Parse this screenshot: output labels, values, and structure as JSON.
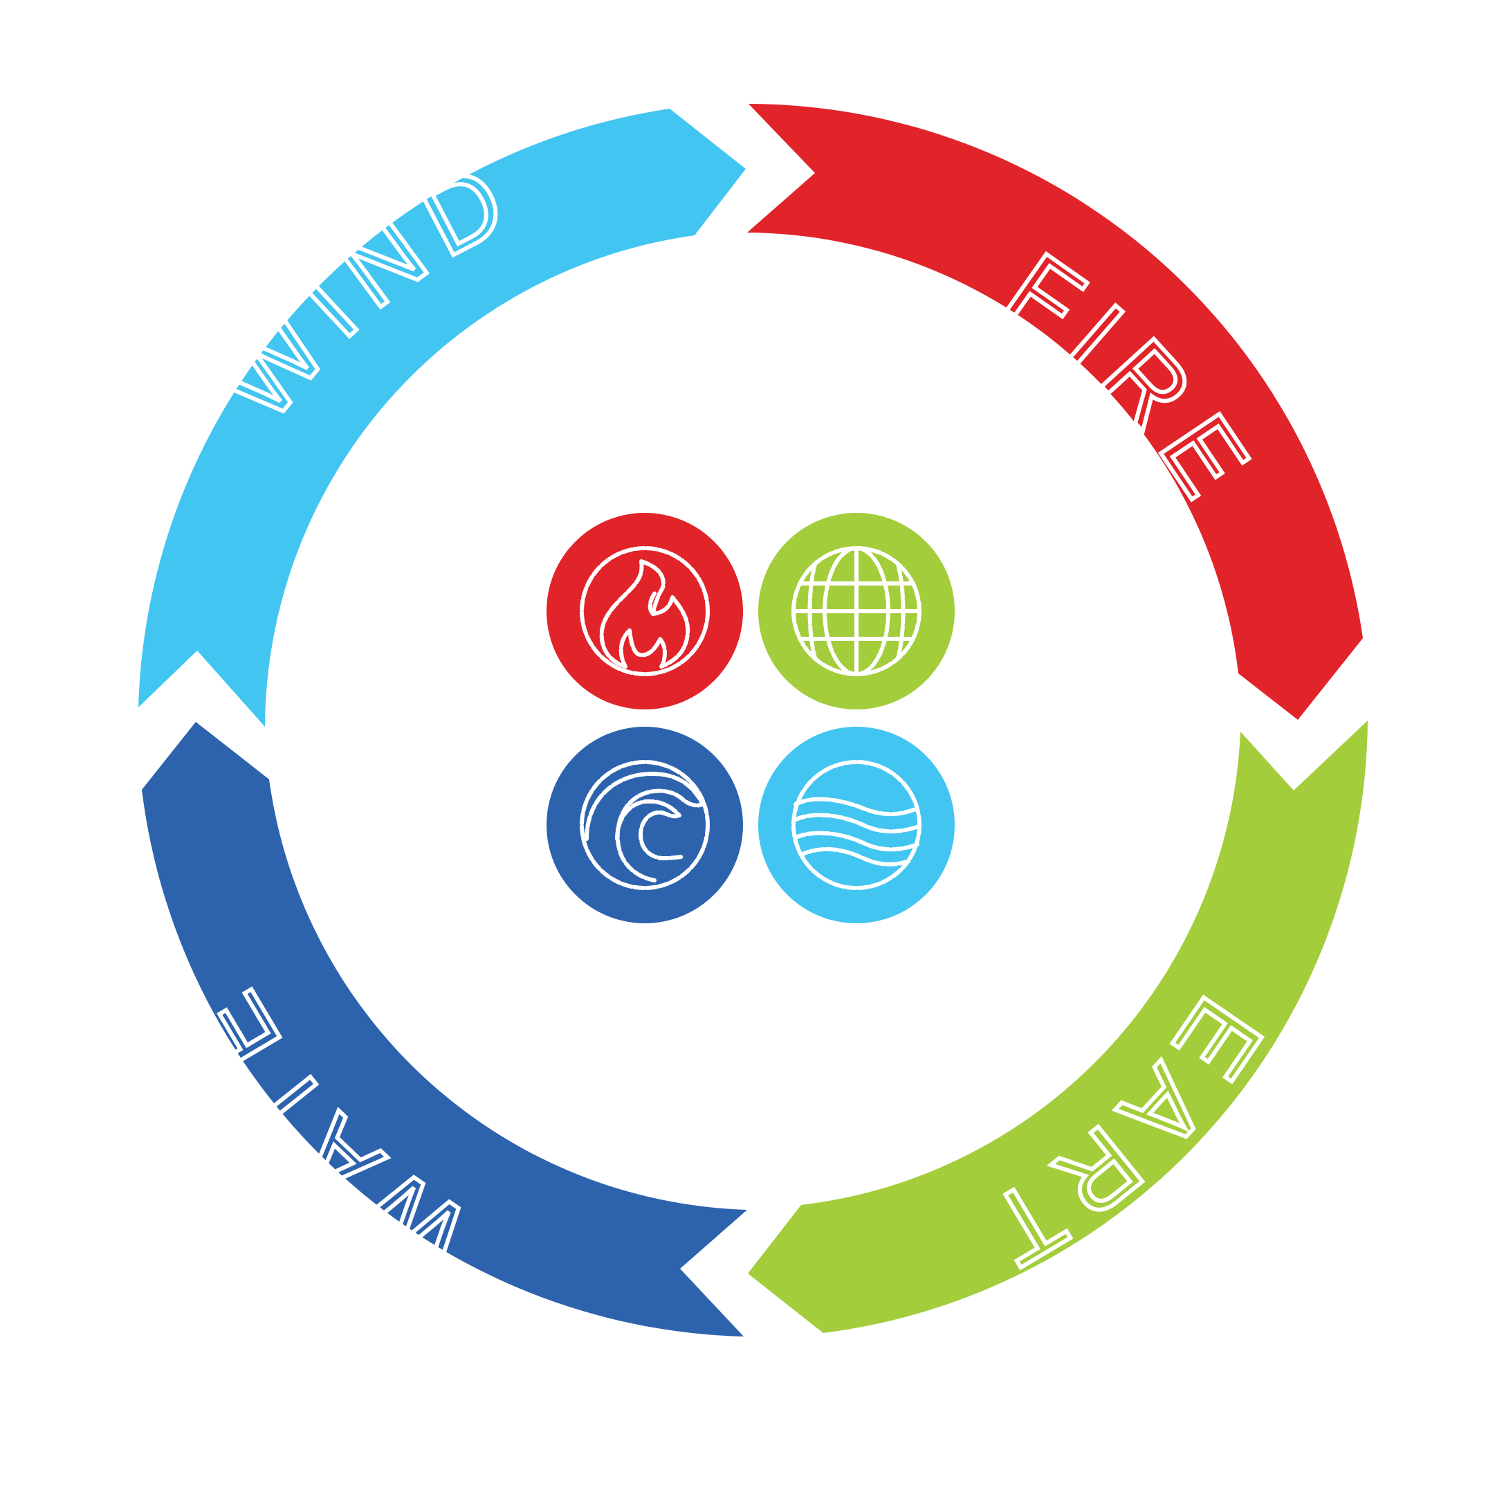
{
  "colors": {
    "background": "#ffffff",
    "fire": "#e1232a",
    "earth": "#a3cd3b",
    "water": "#2d62ad",
    "wind": "#43c5f1",
    "label": "#ffffff"
  },
  "segments": [
    {
      "id": "fire",
      "label": "FIRE",
      "color_key": "fire"
    },
    {
      "id": "earth",
      "label": "EARTH",
      "color_key": "earth"
    },
    {
      "id": "water",
      "label": "WATER",
      "color_key": "water"
    },
    {
      "id": "wind",
      "label": "WIND",
      "color_key": "wind"
    }
  ],
  "icons": [
    {
      "id": "fire",
      "icon": "flame-icon",
      "color_key": "fire"
    },
    {
      "id": "earth",
      "icon": "globe-icon",
      "color_key": "earth"
    },
    {
      "id": "water",
      "icon": "wave-swirl-icon",
      "color_key": "water"
    },
    {
      "id": "wind",
      "icon": "wind-waves-icon",
      "color_key": "wind"
    }
  ]
}
